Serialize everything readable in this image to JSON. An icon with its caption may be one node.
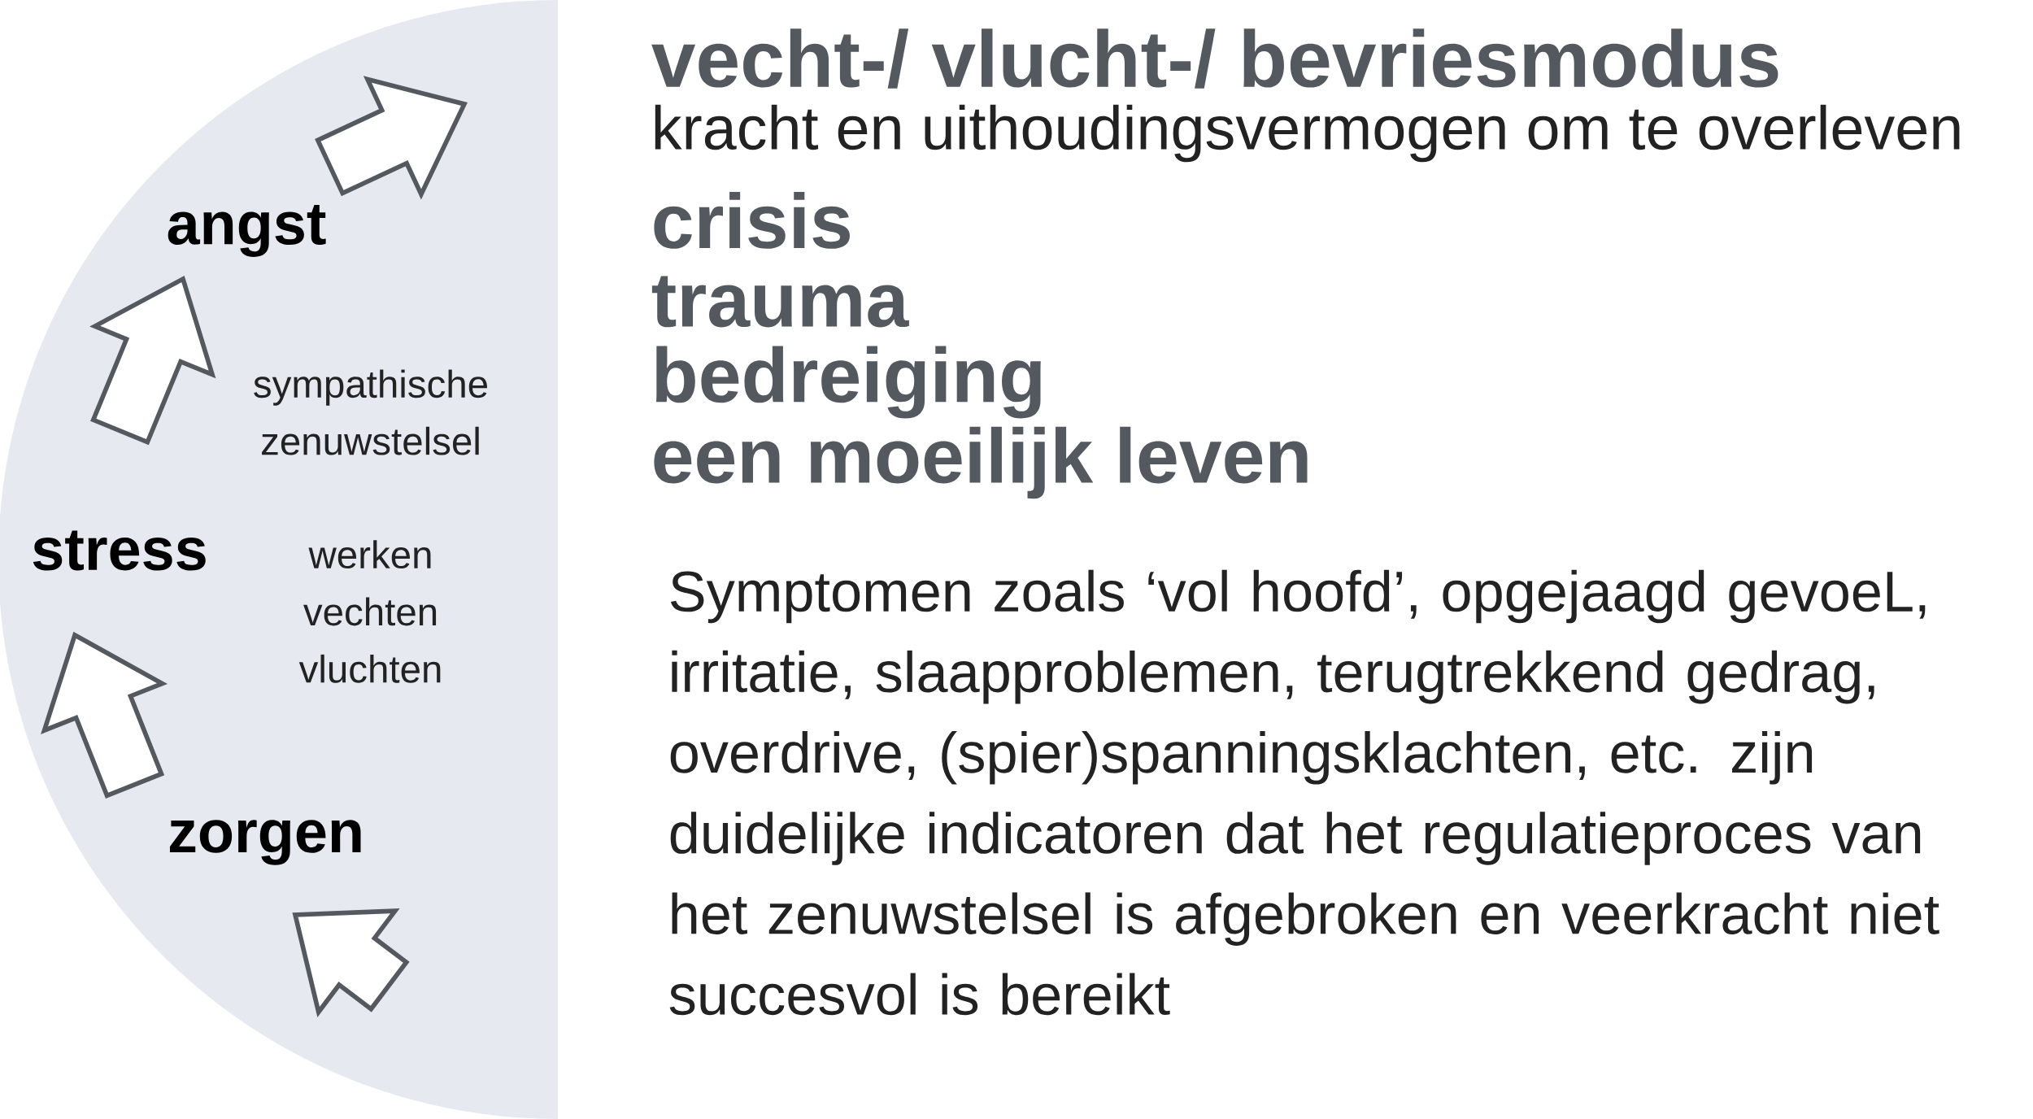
{
  "diagram": {
    "nodes": [
      {
        "text": [
          "angst"
        ]
      },
      {
        "text": [
          "stress"
        ]
      },
      {
        "text": [
          "zorgen"
        ]
      }
    ],
    "edges": [
      {
        "from": null,
        "to": 2,
        "arrow": "to"
      },
      {
        "from": 2,
        "to": 1,
        "arrow": "to"
      },
      {
        "from": 1,
        "to": 0,
        "arrow": "to"
      },
      {
        "from": 0,
        "to": null,
        "arrow": "to"
      }
    ],
    "labels": [
      "vecht-/ vlucht-/ bevriesmodus",
      "kracht en uithoudingsvermogen om te overleven",
      "crisis",
      "trauma",
      "bedreiging",
      "een moeilijk leven",
      "sympathische zenuwstelsel",
      "werken vechten vluchten",
      "Symptomen zoals ‘vol hoofd’, opgejaagd gevoeL, irritatie, slaapproblemen, terugtrekkend gedrag, overdrive, (spier)spanningsklachten, etc. zijn duidelijke indicatoren dat het regulatieproces van het zenuwstelsel is afgebroken en veerkracht niet succesvol is bereikt"
    ]
  }
}
